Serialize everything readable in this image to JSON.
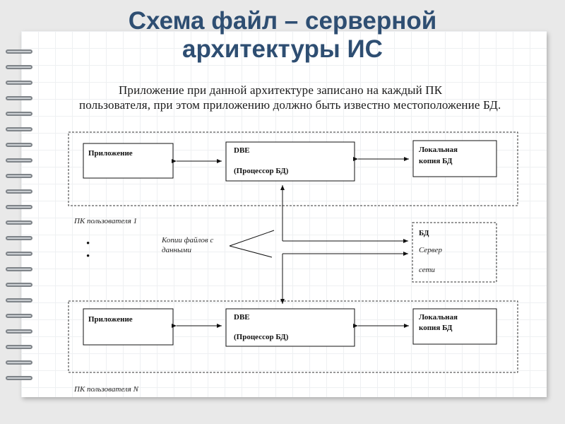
{
  "title_line1": "Схема файл – серверной",
  "title_line2": "архитектуры ИС",
  "intro": "Приложение при данной архитектуре записано на каждый ПК пользователя, при этом приложению должно быть известно местоположение БД.",
  "user1": {
    "app": "Приложение",
    "dbe_line1": "DBE",
    "dbe_line2": "(Процессор БД)",
    "local_line1": "Локальная",
    "local_line2": "копия БД",
    "caption": "ПК пользователя 1"
  },
  "userN": {
    "app": "Приложение",
    "dbe_line1": "DBE",
    "dbe_line2": "(Процессор БД)",
    "local_line1": "Локальная",
    "local_line2": "копия БД",
    "caption": "ПК пользователя N"
  },
  "copies_line1": "Копии файлов с",
  "copies_line2": "данными",
  "server": {
    "line1": "БД",
    "line2": "Сервер",
    "line3": "сети"
  },
  "bullets": [
    "•",
    "•"
  ]
}
